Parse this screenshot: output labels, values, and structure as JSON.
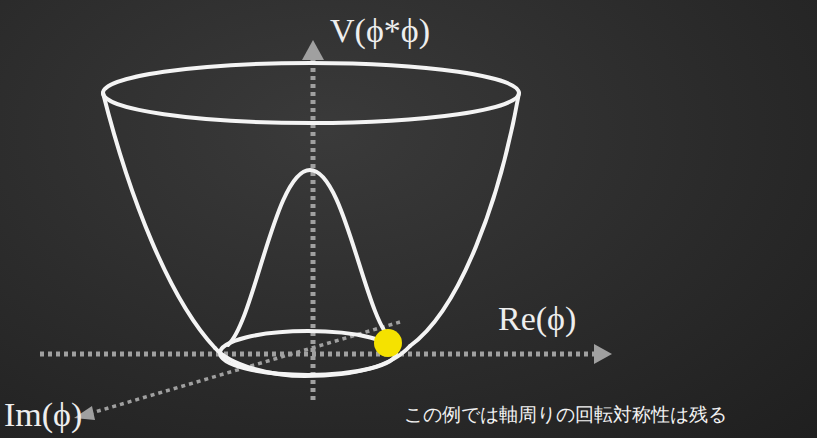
{
  "diagram": {
    "labels": [
      "V(ϕ*ϕ)",
      "Re(ϕ)",
      "Im(ϕ)",
      "この例では軸周りの回転対称性は残る"
    ]
  }
}
